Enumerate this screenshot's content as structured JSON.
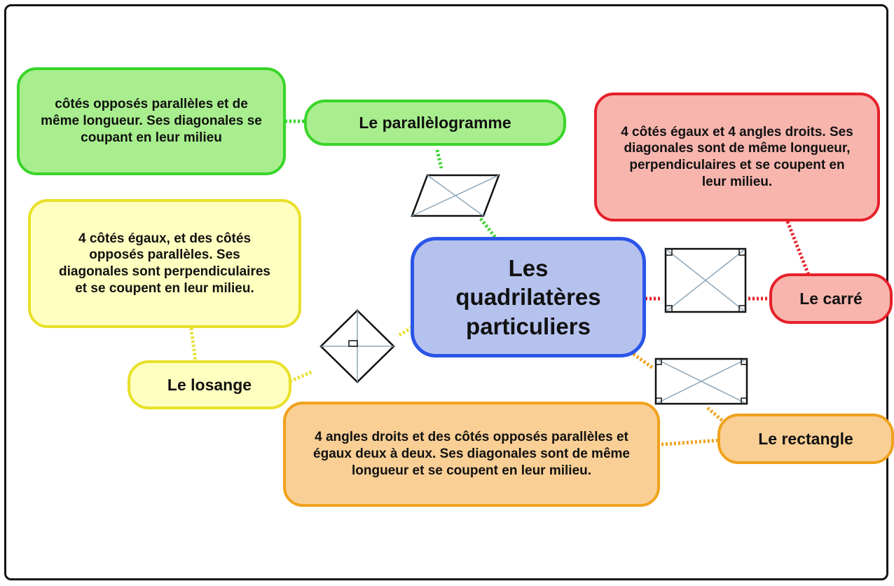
{
  "center": {
    "text": "Les quadrilatères particuliers"
  },
  "parallelogram": {
    "label": "Le parallèlogramme",
    "description": "côtés opposés parallèles et de même longueur. Ses diagonales se coupant en leur milieu",
    "color": "#39d52a"
  },
  "square": {
    "label": "Le carré",
    "description": "4 côtés égaux et 4 angles droits. Ses diagonales sont de même longueur, perpendiculaires et se coupent en leur milieu.",
    "color": "#e6202a"
  },
  "rhombus": {
    "label": "Le losange",
    "description": "4 côtés égaux, et des côtés opposés parallèles. Ses diagonales sont perpendiculaires et se coupent en leur milieu.",
    "color": "#e9e02a"
  },
  "rectangle": {
    "label": "Le rectangle",
    "description": "4 angles droits et des côtés opposés parallèles et égaux deux à deux. Ses diagonales sont de même longueur et se coupent en leur milieu.",
    "color": "#f0a11c"
  },
  "center_color": "#2b55e8"
}
